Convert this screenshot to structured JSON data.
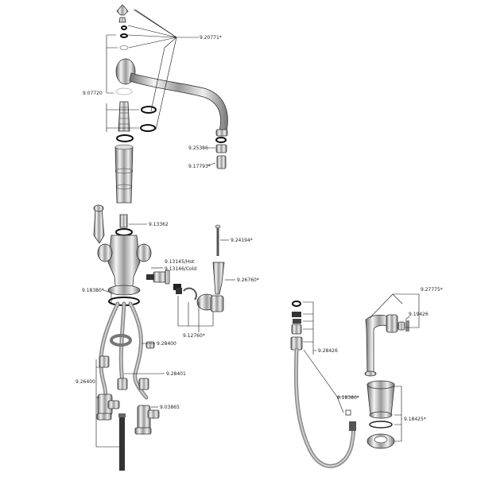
{
  "diagram": {
    "labels": [
      {
        "id": "p-920771",
        "text": "9.20771*"
      },
      {
        "id": "p-907720",
        "text": "9.07720"
      },
      {
        "id": "p-925386",
        "text": "9.25386"
      },
      {
        "id": "p-917793",
        "text": "9.17793*"
      },
      {
        "id": "p-913362",
        "text": "9.13362"
      },
      {
        "id": "p-924194",
        "text": "9.24194*"
      },
      {
        "id": "p-913145",
        "text": "9.13145/Hot"
      },
      {
        "id": "p-913146",
        "text": "9.13146/Cold"
      },
      {
        "id": "p-926760",
        "text": "9.26760*"
      },
      {
        "id": "p-918380a",
        "text": "9.18380*"
      },
      {
        "id": "p-912760",
        "text": "9.12760*"
      },
      {
        "id": "p-928400",
        "text": "9.28400"
      },
      {
        "id": "p-928401",
        "text": "9.28401"
      },
      {
        "id": "p-926400",
        "text": "9.26400"
      },
      {
        "id": "p-903865",
        "text": "9.03865"
      },
      {
        "id": "p-927775",
        "text": "9.27775*"
      },
      {
        "id": "p-919426",
        "text": "9.19426"
      },
      {
        "id": "p-928426",
        "text": "9.28426"
      },
      {
        "id": "p-918380b",
        "text": "9.18380*"
      },
      {
        "id": "p-918425",
        "text": "9.18425*"
      }
    ]
  }
}
